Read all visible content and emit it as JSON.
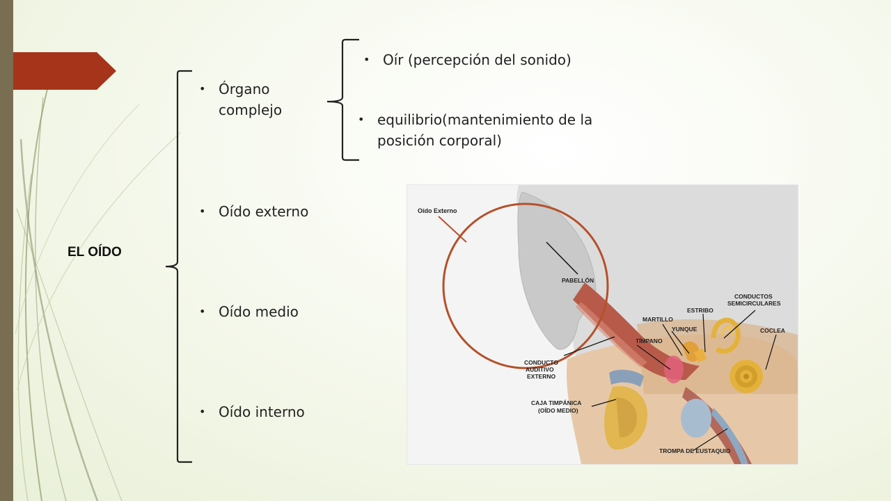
{
  "slide": {
    "title": "EL OÍDO",
    "items": [
      {
        "label": "Órgano complejo",
        "line1": "Órgano",
        "line2": "complejo"
      },
      {
        "label": "Oído externo"
      },
      {
        "label": "Oído medio"
      },
      {
        "label": "Oído interno"
      }
    ],
    "functions": [
      {
        "label": "Oír (percepción del sonido)"
      },
      {
        "line1": "equilibrio(mantenimiento de la",
        "line2": "posición corporal)"
      }
    ]
  },
  "diagram": {
    "labels": {
      "oido_externo": "Oído Externo",
      "pabellon": "PABELLÓN",
      "martillo": "MARTILLO",
      "estribo": "ESTRIBO",
      "conductos_1": "CONDUCTOS",
      "conductos_2": "SEMICIRCULARES",
      "yunque": "YUNQUE",
      "coclea": "COCLEA",
      "timpano": "TÍMPANO",
      "conducto_1": "CONDUCTO",
      "conducto_2": "AUDITIVO",
      "conducto_3": "EXTERNO",
      "caja_1": "CAJA TIMPÁNICA",
      "caja_2": "(OÍDO MEDIO)",
      "trompa": "TROMPA DE EUSTAQUIO"
    }
  },
  "colors": {
    "accent_tab": "#a6341a",
    "left_bar": "#7a6e52",
    "circle": "#b5502a"
  }
}
